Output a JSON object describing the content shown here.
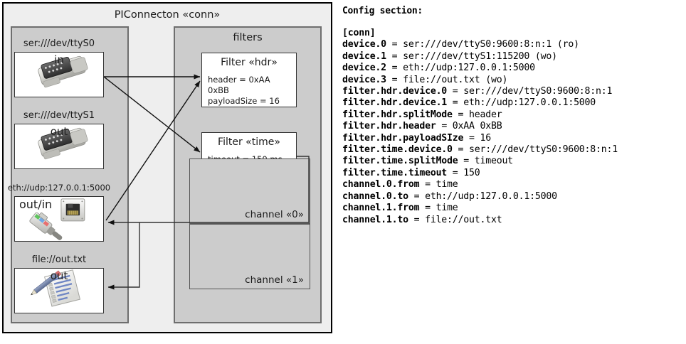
{
  "diagram": {
    "title": "PIConnecton «conn»",
    "devices_group": {
      "title": ""
    },
    "filters_group": {
      "title": "filters"
    },
    "devices": [
      {
        "label": "ser:///dev/ttyS0",
        "direction": "in",
        "icon": "serial-port-icon"
      },
      {
        "label": "ser:///dev/ttyS1",
        "direction": "out",
        "icon": "serial-port-icon"
      },
      {
        "label": "eth://udp:127.0.0.1:5000",
        "direction": "out/in",
        "icon": "ethernet-jack-icon"
      },
      {
        "label": "file://out.txt",
        "direction": "out",
        "icon": "text-file-icon"
      }
    ],
    "filters": [
      {
        "title": "Filter «hdr»",
        "props": [
          "header = 0xAA 0xBB",
          "payloadSize = 16"
        ]
      },
      {
        "title": "Filter «time»",
        "props": [
          "timeout = 150 ms"
        ]
      }
    ],
    "channels": [
      {
        "label": "channel «0»"
      },
      {
        "label": "channel «1»"
      }
    ]
  },
  "config": {
    "heading": "Config section:",
    "lines": [
      {
        "key": "[conn]",
        "value": ""
      },
      {
        "key": "device.0",
        "value": " = ser:///dev/ttyS0:9600:8:n:1 (ro)"
      },
      {
        "key": "device.1",
        "value": " = ser:///dev/ttyS1:115200 (wo)"
      },
      {
        "key": "device.2",
        "value": " = eth://udp:127.0.0.1:5000"
      },
      {
        "key": "device.3",
        "value": " = file://out.txt (wo)"
      },
      {
        "key": "filter.hdr.device.0",
        "value": " = ser:///dev/ttyS0:9600:8:n:1"
      },
      {
        "key": "filter.hdr.device.1",
        "value": " = eth://udp:127.0.0.1:5000"
      },
      {
        "key": "filter.hdr.splitMode",
        "value": " = header"
      },
      {
        "key": "filter.hdr.header",
        "value": " = 0xAA 0xBB"
      },
      {
        "key": "filter.hdr.payloadSIze",
        "value": " = 16"
      },
      {
        "key": "filter.time.device.0",
        "value": " = ser:///dev/ttyS0:9600:8:n:1"
      },
      {
        "key": "filter.time.splitMode",
        "value": " = timeout"
      },
      {
        "key": "filter.time.timeout",
        "value": " = 150"
      },
      {
        "key": "channel.0.from",
        "value": " = time"
      },
      {
        "key": "channel.0.to",
        "value": " = eth://udp:127.0.0.1:5000"
      },
      {
        "key": "channel.1.from",
        "value": " = time"
      },
      {
        "key": "channel.1.to",
        "value": " = file://out.txt"
      }
    ]
  },
  "colors": {
    "outer_fill": "#eeeeee",
    "group_fill": "#cccccc",
    "card_fill": "#ffffff",
    "stroke_dark": "#000000",
    "stroke_mid": "#6e6e6e"
  }
}
